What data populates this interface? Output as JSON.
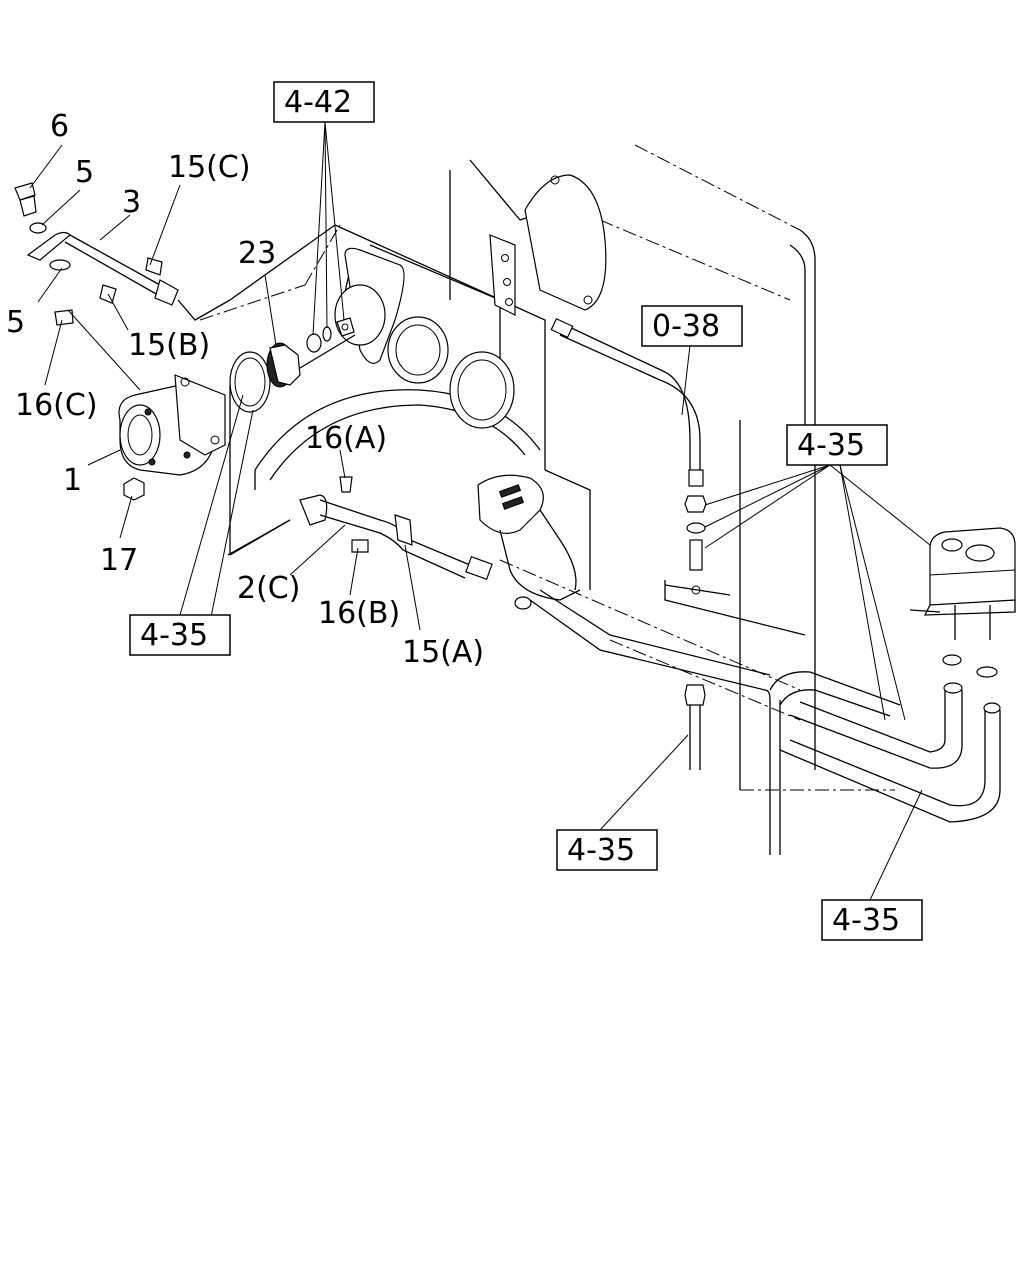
{
  "callouts": [
    {
      "id": "6",
      "text": "6"
    },
    {
      "id": "5a",
      "text": "5"
    },
    {
      "id": "15c",
      "text": "15(C)"
    },
    {
      "id": "3",
      "text": "3"
    },
    {
      "id": "5b",
      "text": "5"
    },
    {
      "id": "15b",
      "text": "15(B)"
    },
    {
      "id": "16c",
      "text": "16(C)"
    },
    {
      "id": "1",
      "text": "1"
    },
    {
      "id": "17",
      "text": "17"
    },
    {
      "id": "23",
      "text": "23"
    },
    {
      "id": "16a",
      "text": "16(A)"
    },
    {
      "id": "2c",
      "text": "2(C)"
    },
    {
      "id": "16b",
      "text": "16(B)"
    },
    {
      "id": "15a",
      "text": "15(A)"
    }
  ],
  "references": [
    {
      "id": "ref-4-42",
      "text": "4-42"
    },
    {
      "id": "ref-0-38",
      "text": "0-38"
    },
    {
      "id": "ref-4-35-a",
      "text": "4-35"
    },
    {
      "id": "ref-4-35-b",
      "text": "4-35"
    },
    {
      "id": "ref-4-35-c",
      "text": "4-35"
    },
    {
      "id": "ref-4-35-d",
      "text": "4-35"
    }
  ]
}
